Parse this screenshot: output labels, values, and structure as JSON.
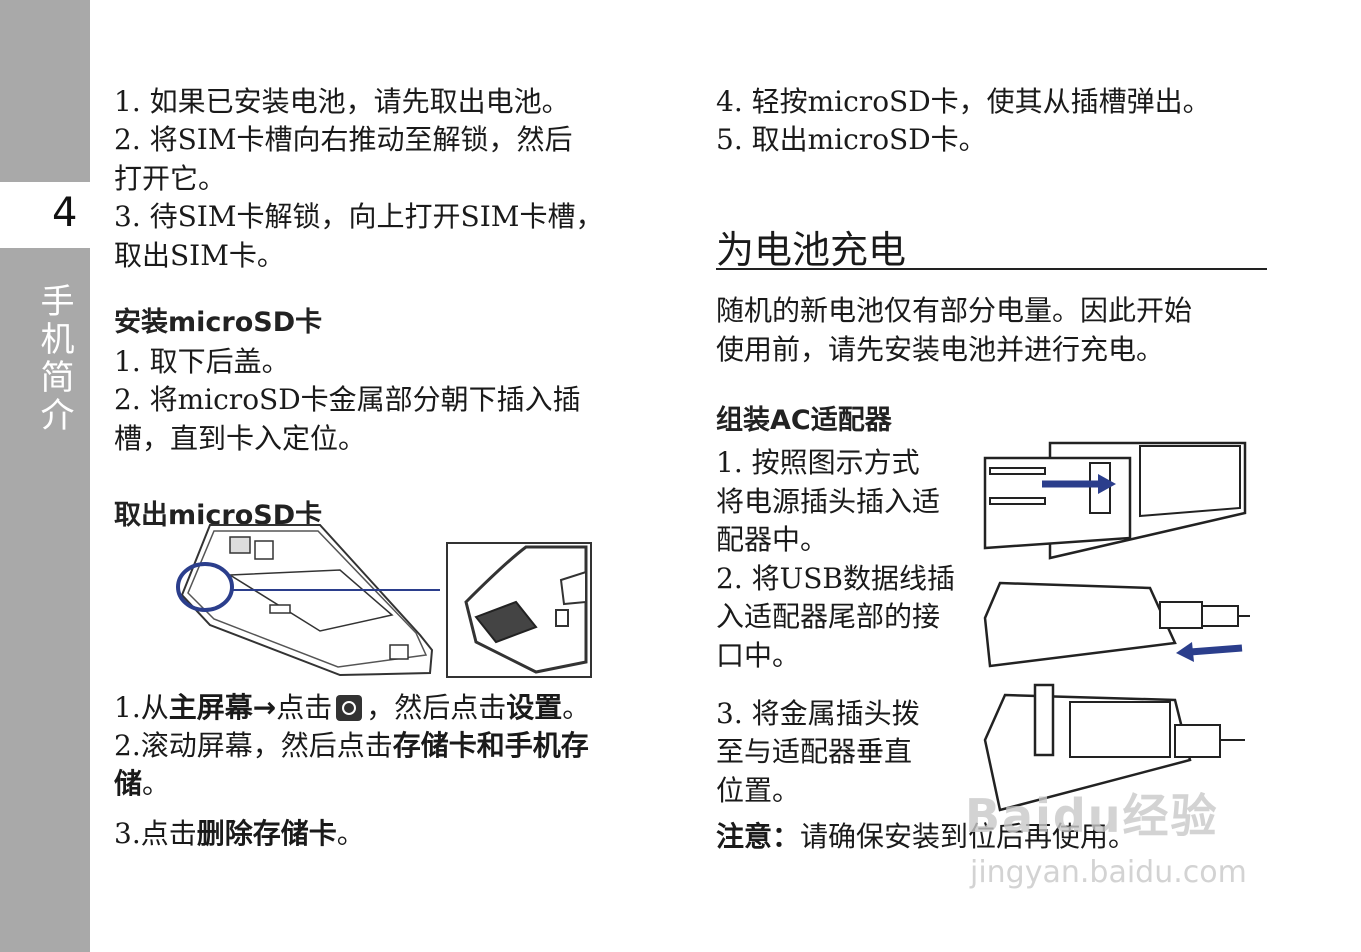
{
  "sidebar": {
    "page_number": "4",
    "chapter_title": "手机简介"
  },
  "left": {
    "steps_sim": [
      "1. 如果已安装电池，请先取出电池。",
      "2. 将SIM卡槽向右推动至解锁，然后",
      "打开它。",
      "3. 待SIM卡解锁，向上打开SIM卡槽，",
      "取出SIM卡。"
    ],
    "install_heading": "安装microSD卡",
    "install_steps": [
      "1. 取下后盖。",
      "2. 将microSD卡金属部分朝下插入插",
      "槽，直到卡入定位。"
    ],
    "remove_heading": "取出microSD卡",
    "remove_step1": {
      "a": "1.从",
      "b": "主屏幕→",
      "c": "点击",
      "d": "，然后点击",
      "e": "设置",
      "f": "。"
    },
    "remove_step2": {
      "a": "2.滚动屏幕，然后点击",
      "b": "存储卡和手机存",
      "c": "储",
      "d": "。"
    },
    "remove_step3": {
      "a": "3.点击",
      "b": "删除存储卡",
      "c": "。"
    }
  },
  "right": {
    "steps_top": [
      "4. 轻按microSD卡，使其从插槽弹出。",
      "5. 取出microSD卡。"
    ],
    "charge_heading": "为电池充电",
    "charge_intro": [
      "随机的新电池仅有部分电量。因此开始",
      "使用前，请先安装电池并进行充电。"
    ],
    "adapter_heading": "组装AC适配器",
    "adapter_step1": [
      "1. 按照图示方式",
      "将电源插头插入适",
      "配器中。"
    ],
    "adapter_step2": [
      "2. 将USB数据线插",
      "入适配器尾部的接",
      "口中。"
    ],
    "adapter_step3": [
      "3. 将金属插头拨",
      "至与适配器垂直",
      "位置。"
    ],
    "note_label": "注意：",
    "note_text": "请确保安装到位后再使用。"
  },
  "watermark": {
    "brand": "Baidu经验",
    "url": "jingyan.baidu.com"
  },
  "colors": {
    "sidebar": "#a9a9a9",
    "highlight_circle": "#2b3e8c",
    "arrow": "#2b3e8c"
  },
  "icons": {
    "home_button": "home-circle-icon"
  }
}
